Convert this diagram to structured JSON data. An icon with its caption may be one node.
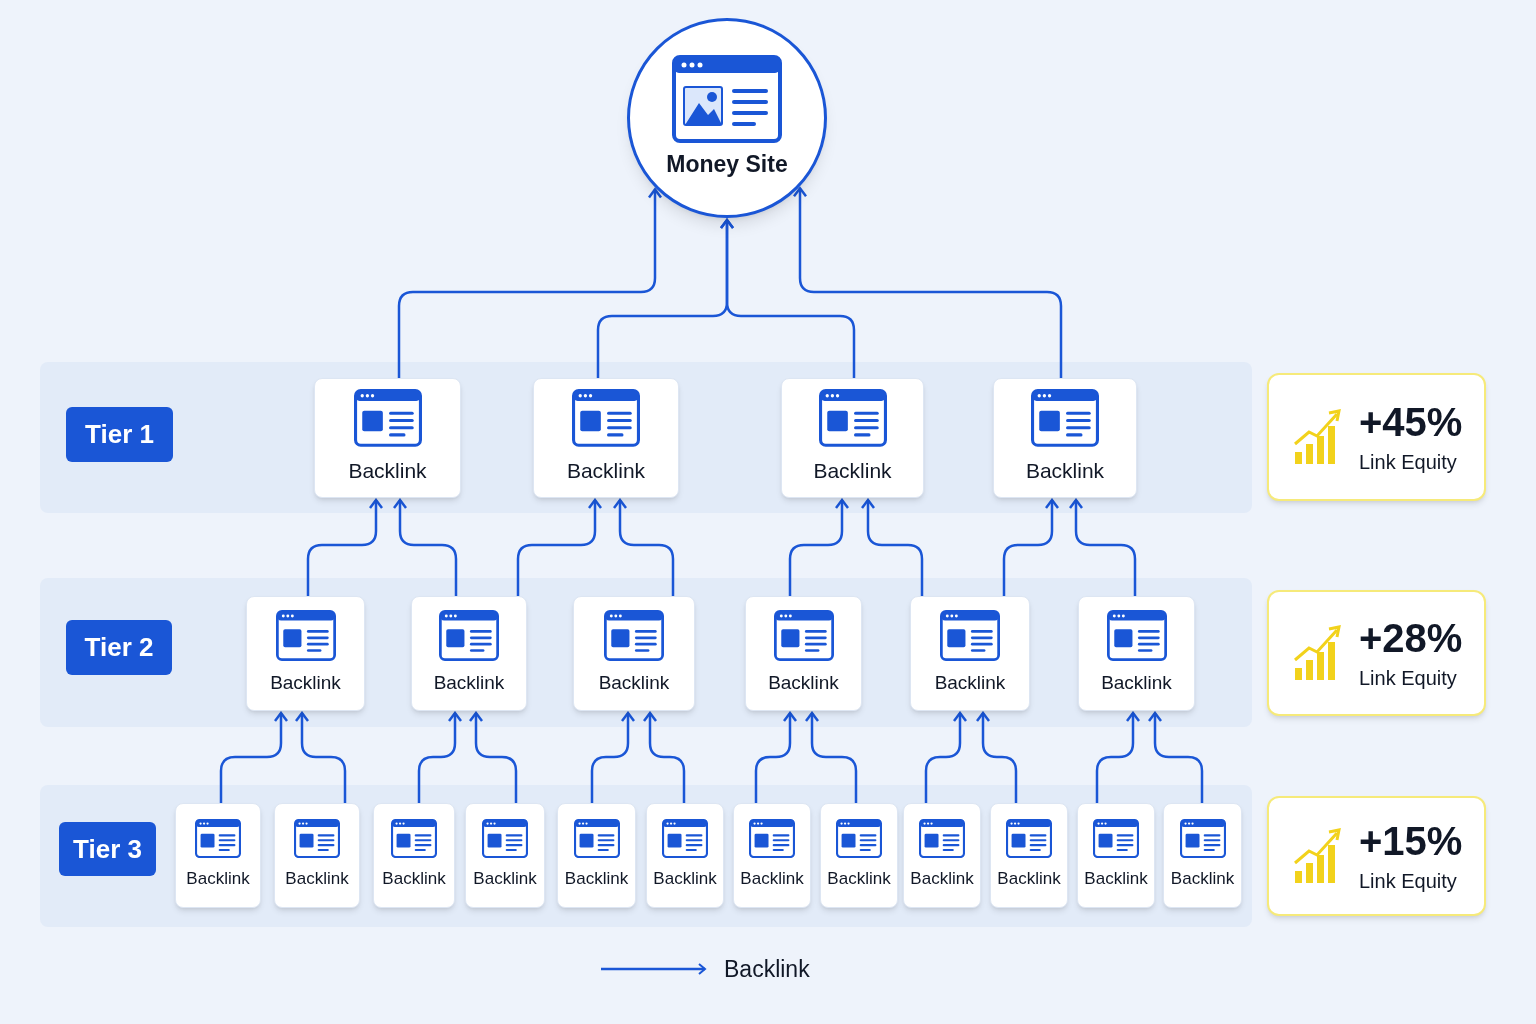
{
  "diagram": {
    "nodes": [
      {
        "text": [
          "Money Site"
        ]
      },
      {
        "text": [
          "Tier 1"
        ]
      },
      {
        "text": [
          "Backlink"
        ]
      },
      {
        "text": [
          "Backlink"
        ]
      },
      {
        "text": [
          "Backlink"
        ]
      },
      {
        "text": [
          "Backlink"
        ]
      },
      {
        "text": [
          "+45%",
          "Link Equity"
        ]
      },
      {
        "text": [
          "Tier 2"
        ]
      },
      {
        "text": [
          "Backlink"
        ]
      },
      {
        "text": [
          "Backlink"
        ]
      },
      {
        "text": [
          "Backlink"
        ]
      },
      {
        "text": [
          "Backlink"
        ]
      },
      {
        "text": [
          "Backlink"
        ]
      },
      {
        "text": [
          "Backlink"
        ]
      },
      {
        "text": [
          "+28%",
          "Link Equity"
        ]
      },
      {
        "text": [
          "Tier 3"
        ]
      },
      {
        "text": [
          "Backlink"
        ]
      },
      {
        "text": [
          "Backlink"
        ]
      },
      {
        "text": [
          "Backlink"
        ]
      },
      {
        "text": [
          "Backlink"
        ]
      },
      {
        "text": [
          "Backlink"
        ]
      },
      {
        "text": [
          "Backlink"
        ]
      },
      {
        "text": [
          "Backlink"
        ]
      },
      {
        "text": [
          "Backlink"
        ]
      },
      {
        "text": [
          "Backlink"
        ]
      },
      {
        "text": [
          "Backlink"
        ]
      },
      {
        "text": [
          "Backlink"
        ]
      },
      {
        "text": [
          "Backlink"
        ]
      },
      {
        "text": [
          "+15%",
          "Link Equity"
        ]
      }
    ],
    "edges": [
      {
        "from": 2,
        "to": 0,
        "arrow": "to"
      },
      {
        "from": 3,
        "to": 0,
        "arrow": "to"
      },
      {
        "from": 4,
        "to": 0,
        "arrow": "to"
      },
      {
        "from": 5,
        "to": 0,
        "arrow": "to"
      },
      {
        "from": 8,
        "to": 2,
        "arrow": "to"
      },
      {
        "from": 9,
        "to": 2,
        "arrow": "to"
      },
      {
        "from": 9,
        "to": 3,
        "arrow": "to"
      },
      {
        "from": 10,
        "to": 3,
        "arrow": "to"
      },
      {
        "from": 11,
        "to": 4,
        "arrow": "to"
      },
      {
        "from": 12,
        "to": 4,
        "arrow": "to"
      },
      {
        "from": 12,
        "to": 5,
        "arrow": "to"
      },
      {
        "from": 13,
        "to": 5,
        "arrow": "to"
      },
      {
        "from": 16,
        "to": 8,
        "arrow": "to"
      },
      {
        "from": 17,
        "to": 8,
        "arrow": "to"
      },
      {
        "from": 18,
        "to": 9,
        "arrow": "to"
      },
      {
        "from": 19,
        "to": 9,
        "arrow": "to"
      },
      {
        "from": 20,
        "to": 10,
        "arrow": "to"
      },
      {
        "from": 21,
        "to": 10,
        "arrow": "to"
      },
      {
        "from": 22,
        "to": 11,
        "arrow": "to"
      },
      {
        "from": 23,
        "to": 11,
        "arrow": "to"
      },
      {
        "from": 24,
        "to": 12,
        "arrow": "to"
      },
      {
        "from": 25,
        "to": 12,
        "arrow": "to"
      },
      {
        "from": 26,
        "to": 13,
        "arrow": "to"
      },
      {
        "from": 27,
        "to": 13,
        "arrow": "to"
      }
    ],
    "legend": [
      {
        "text": "Backlink"
      }
    ]
  }
}
